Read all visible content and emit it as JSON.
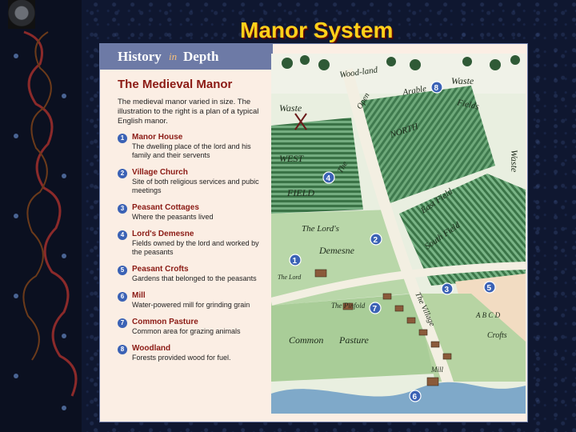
{
  "slide": {
    "title": "Manor System"
  },
  "header": {
    "history": "History",
    "in": "in",
    "depth": "Depth"
  },
  "heading": "The Medieval Manor",
  "intro": "The medieval manor varied in size. The illustration to the right is a plan of a typical English manor.",
  "items": [
    {
      "num": "1",
      "title": "Manor House",
      "desc": "The dwelling place of the lord and his family and their servents"
    },
    {
      "num": "2",
      "title": "Village Church",
      "desc": "Site of both religious services and pubic meetings"
    },
    {
      "num": "3",
      "title": "Peasant Cottages",
      "desc": "Where the peasants lived"
    },
    {
      "num": "4",
      "title": "Lord's Demesne",
      "desc": "Fields owned by the lord and worked by the peasants"
    },
    {
      "num": "5",
      "title": "Peasant Crofts",
      "desc": "Gardens that belonged to the peasants"
    },
    {
      "num": "6",
      "title": "Mill",
      "desc": "Water-powered mill for grinding grain"
    },
    {
      "num": "7",
      "title": "Common Pasture",
      "desc": "Common area for grazing animals"
    },
    {
      "num": "8",
      "title": "Woodland",
      "desc": "Forests provided wood for fuel."
    }
  ],
  "map": {
    "labels": {
      "woodland": "Wood-land",
      "waste_top": "Waste",
      "waste_left": "Waste",
      "waste_right": "Waste",
      "open": "Open",
      "arable": "Arable",
      "fields": "Fields",
      "north": "NORTH",
      "west": "WEST",
      "field_w": "FIELD",
      "east_field": "East Field",
      "south_field": "South Field",
      "the": "The",
      "lords": "The Lord's",
      "demesne": "Demesne",
      "the_lord": "The Lord",
      "pinfold": "The Pinfold",
      "village": "The Village",
      "common": "Common",
      "pasture": "Pasture",
      "crofts": "Crofts",
      "croft_letters": "A B C D",
      "mill": "Mill"
    },
    "badges": [
      "1",
      "2",
      "3",
      "4",
      "5",
      "6",
      "7",
      "8"
    ]
  }
}
